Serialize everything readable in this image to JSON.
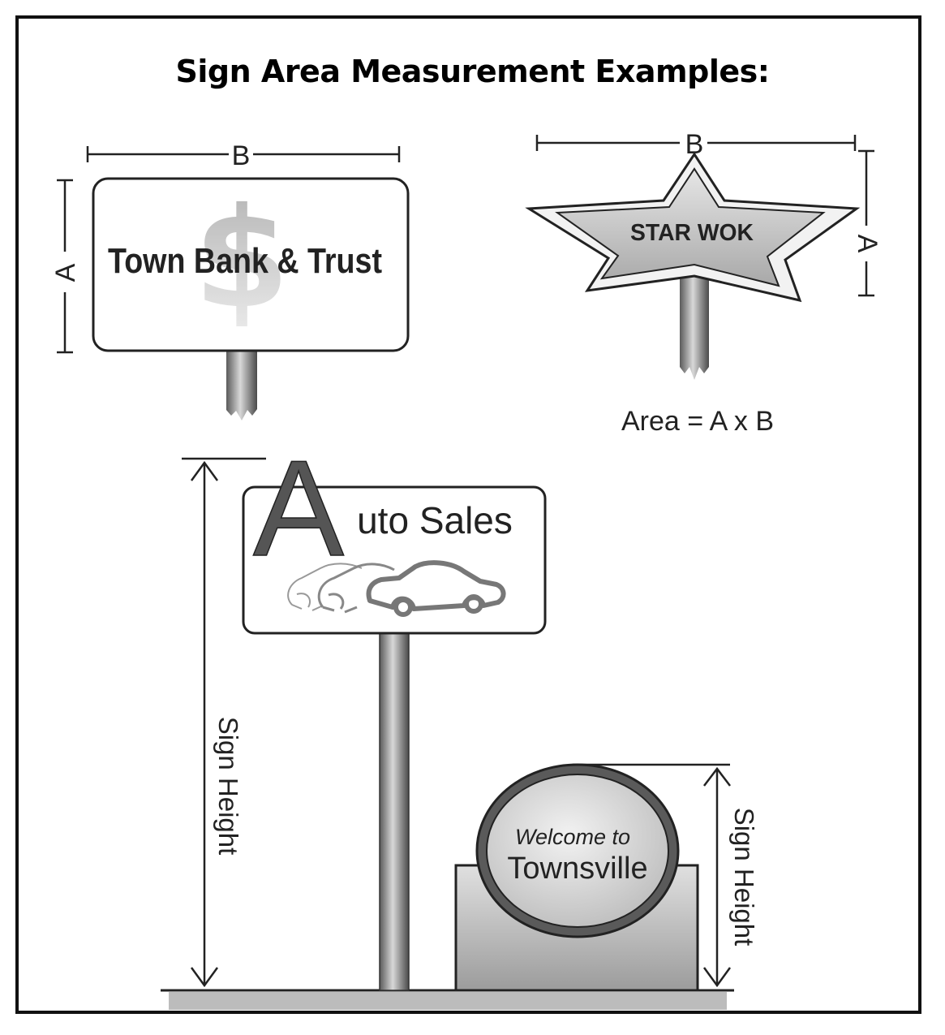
{
  "title": "Sign Area Measurement Examples:",
  "labels": {
    "a": "A",
    "b": "B",
    "area_formula": "Area = A x B",
    "sign_height": "Sign Height"
  },
  "signs": {
    "bank": {
      "text": "Town Bank & Trust",
      "symbol": "$"
    },
    "star": {
      "text": "STAR WOK"
    },
    "auto": {
      "initial": "A",
      "text": "uto Sales"
    },
    "monument": {
      "line1": "Welcome to",
      "line2": "Townsville"
    }
  },
  "colors": {
    "ink": "#222222",
    "panel_fill": "#d4d4d4",
    "ground": "#bcbcbc",
    "border": "#111111"
  }
}
